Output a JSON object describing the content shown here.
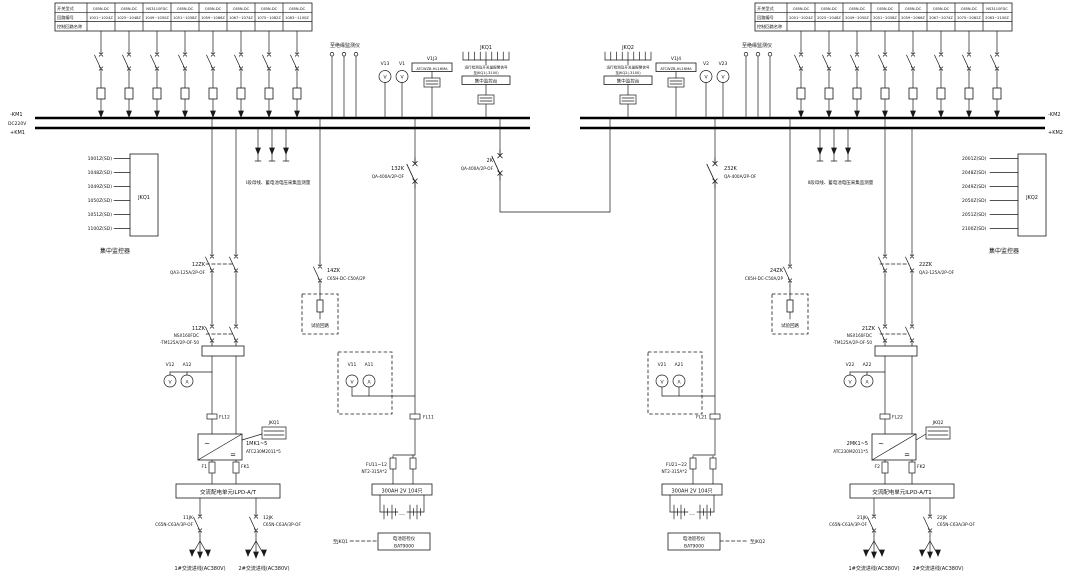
{
  "tables": {
    "row_labels": [
      "开关型式",
      "回路编号",
      "控制回路名称"
    ],
    "left": {
      "types": [
        "C65N-DC",
        "C65N-DC",
        "NS3110FDC",
        "C65N-DC",
        "C65N-DC",
        "C65N-DC",
        "C65N-DC",
        "C65N-DC"
      ],
      "circuits": [
        "1001~1024Z",
        "1025~1048Z",
        "1049~1050Z",
        "1051~1058Z",
        "1059~1066Z",
        "1067~1074Z",
        "1075~1082Z",
        "1083~1100Z"
      ]
    },
    "right": {
      "types": [
        "C65N-DC",
        "C65N-DC",
        "C65N-DC",
        "C65N-DC",
        "C65N-DC",
        "C65N-DC",
        "C65N-DC",
        "NS3110FDC"
      ],
      "circuits": [
        "2001~2024Z",
        "2025~2048Z",
        "2049~2050Z",
        "2051~2058Z",
        "2059~2066Z",
        "2067~2074Z",
        "2075~2082Z",
        "2083~2100Z"
      ]
    }
  },
  "bus": {
    "left_neg": "-KM1",
    "left_v": "DC220V",
    "left_pos": "+KM1",
    "right_neg": "-KM2",
    "right_pos": "+KM2"
  },
  "top_left": {
    "insulation": "至绝缘监测仪",
    "jkq": "JKQ1",
    "note": "运行检测及开关量报警信号",
    "to_line": "至JKQ1(-3100)",
    "console": "集中监控台",
    "v1": "V13",
    "v2": "V1",
    "module_id": "V1J3",
    "module_name": "ATCWZB-HL16MA"
  },
  "top_right": {
    "insulation": "至绝缘监测仪",
    "jkq": "JKQ2",
    "note": "运行检测及开关量报警信号",
    "to_line": "至JKQ2(-3100)",
    "console": "集中监控台",
    "v1": "V2",
    "v2": "V23",
    "module_id": "V1J4",
    "module_name": "ATCWZB-HL16MA"
  },
  "pt": {
    "left": "Ⅰ段母线、蓄电池电压采集监测量",
    "right": "Ⅱ段母线、蓄电池电压采集监测量"
  },
  "monitor_left": {
    "signals": [
      "1001Z(SD)",
      "1048Z(SD)",
      "1049Z(SD)",
      "1050Z(SD)",
      "1051Z(SD)",
      "1100Z(SD)"
    ],
    "controller": "JKQ1",
    "caption": "集中监控器"
  },
  "monitor_right": {
    "signals": [
      "2001Z(SD)",
      "2048Z(SD)",
      "2049Z(SD)",
      "2050Z(SD)",
      "2051Z(SD)",
      "2100Z(SD)"
    ],
    "controller": "JKQ2",
    "caption": "集中监控器"
  },
  "breakers": {
    "b132": {
      "id": "132K",
      "spec": "QA-400A/2P-OF"
    },
    "b2": {
      "id": "2K",
      "spec": "QA-400A/2P-OF"
    },
    "b232": {
      "id": "232K",
      "spec": "QA-400A/2P-OF"
    },
    "zk12": {
      "id": "12ZK",
      "spec": "QA3-125A/2P-OF"
    },
    "zk14": {
      "id": "14ZK",
      "spec": "C65H-DC-C50A/2P"
    },
    "zk11": {
      "id": "11ZK",
      "spec1": "NSX160FDC",
      "spec2": "-TM125A/2P-OF-50"
    },
    "zk22": {
      "id": "22ZK",
      "spec": "QA3-125A/2P-OF"
    },
    "zk24": {
      "id": "24ZK",
      "spec": "C65H-DC-C50A/2P"
    },
    "zk21": {
      "id": "21ZK",
      "spec1": "NSX160FDC",
      "spec2": "-TM125A/2P-OF-50"
    },
    "jk11": {
      "id": "11JK",
      "spec": "C65N-C63A/3P-OF"
    },
    "jk12": {
      "id": "12JK",
      "spec": "C65N-C63A/3P-OF"
    },
    "jk21": {
      "id": "21JK",
      "spec": "C65N-C63A/3P-OF"
    },
    "jk22": {
      "id": "22JK",
      "spec": "C65N-C63A/3P-OF"
    }
  },
  "test": {
    "label": "试验回路"
  },
  "meters": {
    "v12": "V12",
    "a12": "A12",
    "v11": "V11",
    "a11": "A11",
    "v21": "V21",
    "a21": "A21",
    "v22": "V22",
    "a22": "A22",
    "vg": "V",
    "ag": "A"
  },
  "shunts": {
    "fl11": "FL11",
    "fl12": "FL12",
    "fl21": "FL21",
    "fl22": "FL22"
  },
  "charger_left": {
    "id": "1MK1~5",
    "spec": "ATC230M2011*5",
    "sig": "JKQ1",
    "ac": "~",
    "dc": "="
  },
  "charger_right": {
    "id": "2MK1~5",
    "spec": "ATC230M2011*5",
    "sig": "JKQ2",
    "ac": "~",
    "dc": "="
  },
  "fuses": {
    "f1": "F1",
    "fk1": "FK1",
    "f2": "F2",
    "fk2": "FK2",
    "fu1": {
      "id": "FU11~12",
      "spec": "NT2-315A*2"
    },
    "fu2": {
      "id": "FU21~22",
      "spec": "NT2-315A*2"
    }
  },
  "ac_unit_left": "交流配电单元ILPD-A/T",
  "ac_unit_right": "交流配电单元ILPD-A/T1",
  "battery_left": {
    "cap": "300AH 2V 104只",
    "to": "至JKQ1",
    "monitor": "电池巡检仪",
    "model": "BAT9000",
    "dots": "…"
  },
  "battery_right": {
    "cap": "300AH 2V 104只",
    "to": "至JKQ2",
    "monitor": "电池巡检仪",
    "model": "BAT9000",
    "dots": "…"
  },
  "ac_in": {
    "a": "1#交流进线(AC380V)",
    "b": "2#交流进线(AC380V)"
  }
}
